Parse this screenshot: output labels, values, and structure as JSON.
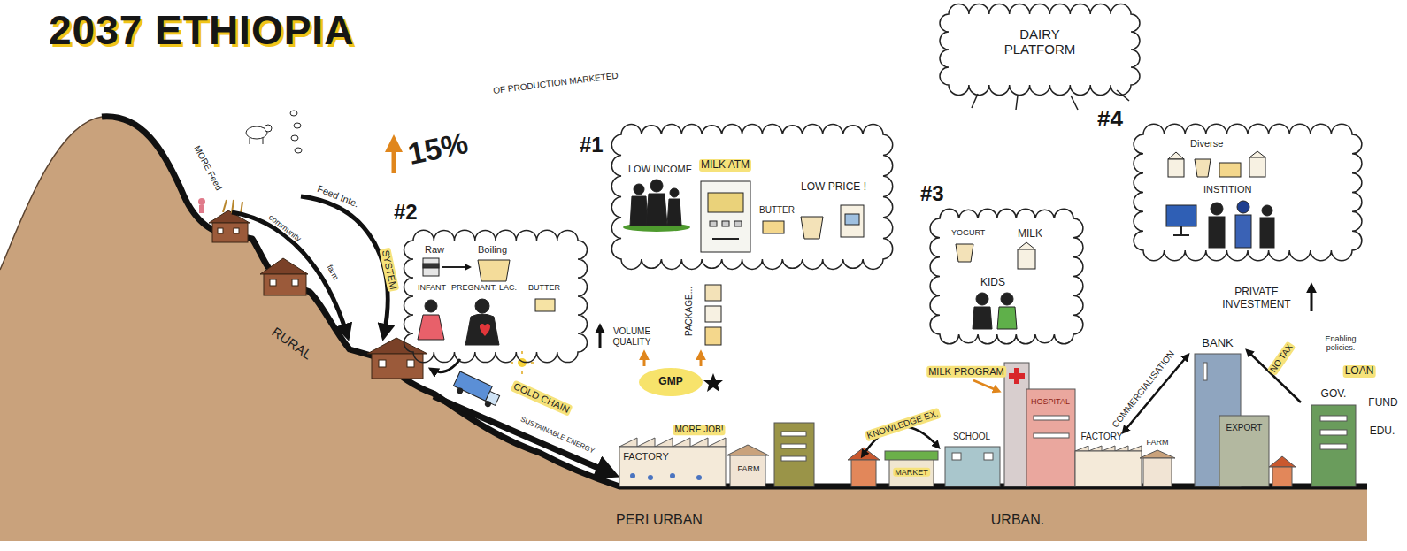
{
  "diagram": {
    "title": "2037 ETHIOPIA",
    "nodes": [
      {
        "text": [
          "#2",
          "Raw",
          "Boiling",
          "BUTTER",
          "INFANT",
          "PREGNANT. LAC."
        ]
      },
      {
        "text": [
          "#1",
          "LOW INCOME",
          "MILK ATM",
          "BUTTER",
          "LOW PRICE !"
        ]
      },
      {
        "text": [
          "#3",
          "YOGURT",
          "MILK",
          "KIDS"
        ]
      },
      {
        "text": [
          "#4",
          "Diverse",
          "INSTITION"
        ]
      },
      {
        "text": [
          "DAIRY PLATFORM"
        ]
      }
    ],
    "labels": [
      "15%",
      "OF PRODUCTION MARKETED",
      "MORE Feed",
      "Feed Inte.",
      "community",
      "SYSTEM",
      "farm",
      "RURAL",
      "VOLUME QUALITY",
      "PACKAGE...",
      "GMP",
      "COLD CHAIN",
      "SUSTAINABLE ENERGY",
      "FACTORY",
      "MORE JOB!",
      "FARM",
      "PERI URBAN",
      "MILK PROGRAM",
      "KNOWLEDGE EX.",
      "MARKET",
      "SCHOOL",
      "HOSPITAL",
      "COMMERCIALISATION",
      "FACTORY",
      "FARM",
      "PRIVATE INVESTMENT",
      "BANK",
      "NO TAX",
      "EXPORT",
      "Enabling policies.",
      "GOV.",
      "LOAN",
      "FUND",
      "EDU.",
      "URBAN."
    ]
  }
}
